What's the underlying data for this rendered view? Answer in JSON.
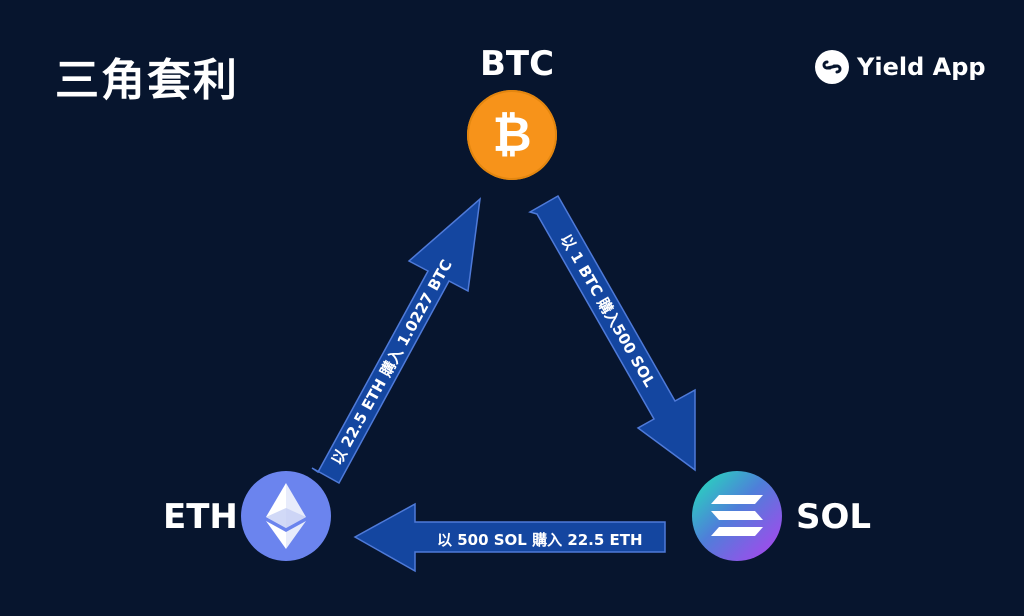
{
  "title": "三角套利",
  "brand": {
    "name": "Yield App",
    "logo_icon": "link-chain-icon"
  },
  "nodes": {
    "btc": {
      "label": "BTC",
      "icon": "bitcoin-icon",
      "color": "#f7931a"
    },
    "eth": {
      "label": "ETH",
      "icon": "ethereum-icon",
      "color": "#6b84ee"
    },
    "sol": {
      "label": "SOL",
      "icon": "solana-icon",
      "color": "#9945ff"
    }
  },
  "edges": [
    {
      "from": "BTC",
      "to": "SOL",
      "label": "以 1 BTC 購入500 SOL"
    },
    {
      "from": "SOL",
      "to": "ETH",
      "label": "以 500 SOL 購入 22.5 ETH"
    },
    {
      "from": "ETH",
      "to": "BTC",
      "label": "以 22.5  ETH 購入 1.0227 BTC"
    }
  ],
  "colors": {
    "background": "#07152e",
    "arrow": "#1446a0",
    "arrow_border": "#4f7ad8"
  }
}
